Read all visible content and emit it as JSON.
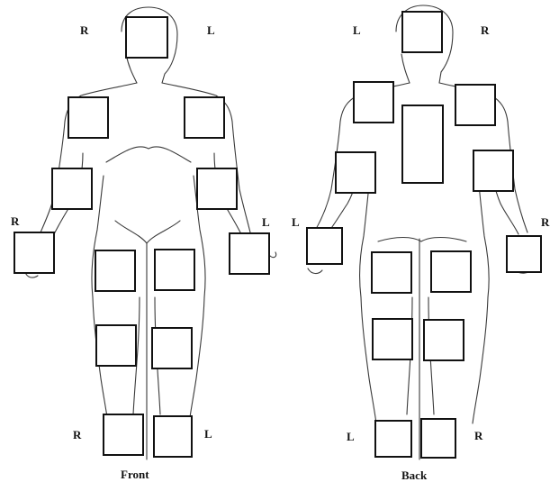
{
  "views": [
    {
      "id": "front",
      "caption": "Front",
      "side_labels": {
        "head_left": "R",
        "head_right": "L",
        "hand_left": "R",
        "hand_right": "L",
        "foot_left": "R",
        "foot_right": "L"
      },
      "regions": [
        "head",
        "right-shoulder",
        "left-shoulder",
        "right-elbow",
        "left-elbow",
        "right-hand",
        "left-hand",
        "right-thigh",
        "left-thigh",
        "right-knee",
        "left-knee",
        "right-foot",
        "left-foot"
      ]
    },
    {
      "id": "back",
      "caption": "Back",
      "side_labels": {
        "head_left": "L",
        "head_right": "R",
        "hand_left": "L",
        "hand_right": "R",
        "foot_left": "L",
        "foot_right": "R"
      },
      "regions": [
        "head",
        "left-shoulder",
        "right-shoulder",
        "spine",
        "left-elbow",
        "right-elbow",
        "left-hand",
        "right-hand",
        "left-thigh",
        "right-thigh",
        "left-knee",
        "right-knee",
        "left-foot",
        "right-foot"
      ]
    }
  ]
}
